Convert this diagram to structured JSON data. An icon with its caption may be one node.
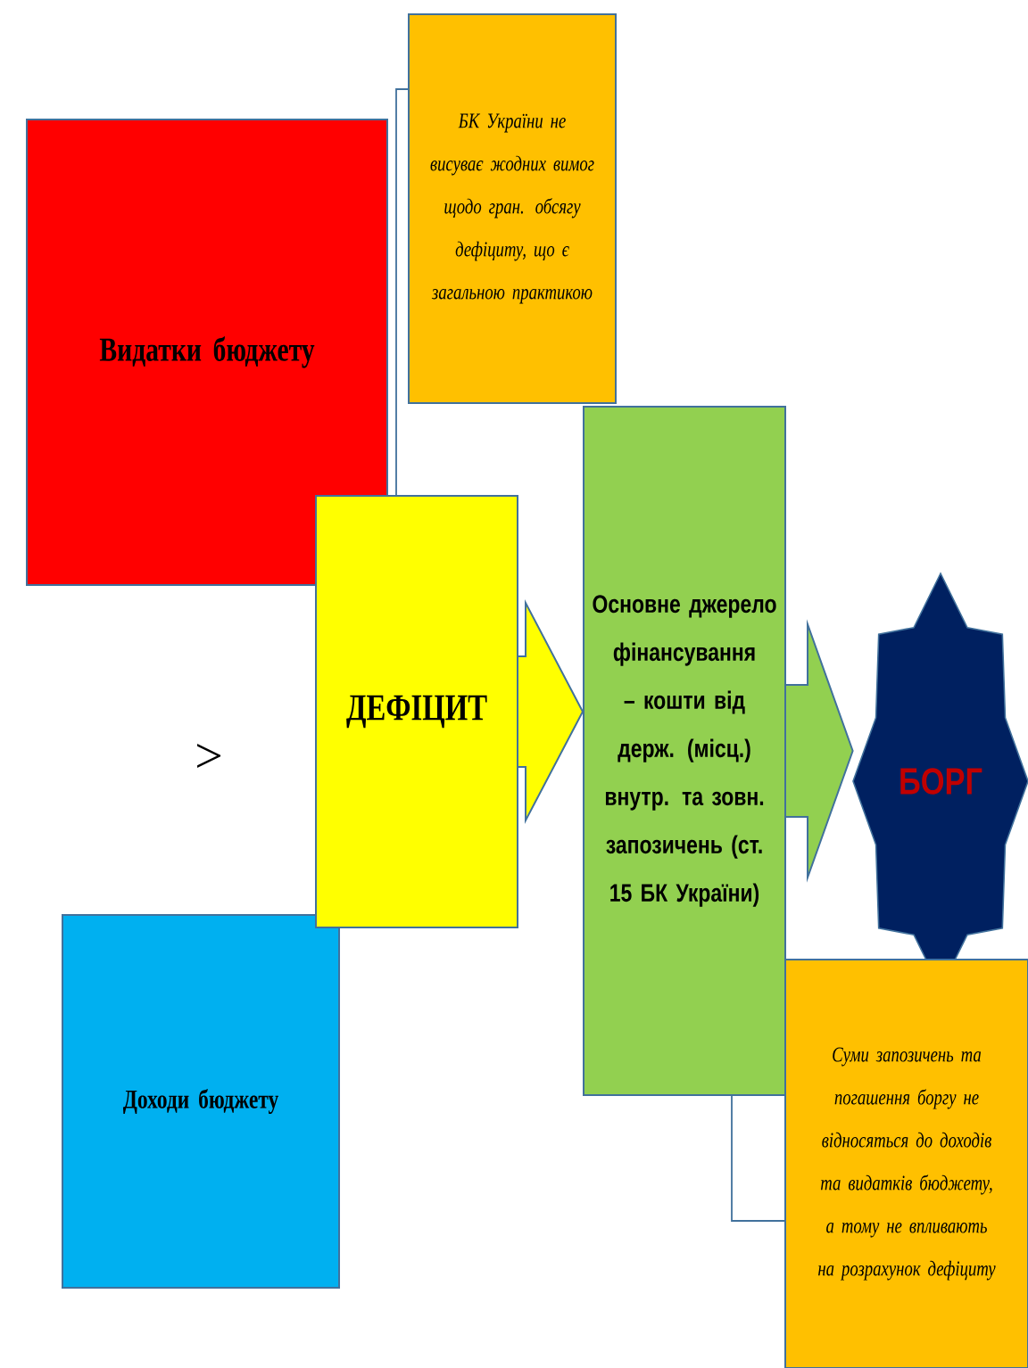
{
  "diagram": {
    "nodes": [
      {
        "text": [
          "Видатки бюджету"
        ]
      },
      {
        "text": [
          "Доходи бюджету"
        ]
      },
      {
        "text": [
          "БК України не висуває жодних вимог щодо гран. обсягу дефіциту, що є загальною практикою"
        ]
      },
      {
        "text": [
          "ДЕФІЦИТ"
        ]
      },
      {
        "text": [
          "Основне джерело фінансування – кошти від держ. (місц.) внутр. та зовн. запозичень (ст. 15 БК України)"
        ]
      },
      {
        "text": [
          "БОРГ"
        ]
      },
      {
        "text": [
          "Суми запозичень та погашення боргу не відносяться до доходів та видатків бюджету, а тому не впливають на розрахунок дефіциту"
        ]
      }
    ],
    "edges": [
      {
        "from": 3,
        "to": 4,
        "arrow": "to"
      },
      {
        "from": 4,
        "to": 5,
        "arrow": "to"
      },
      {
        "from": 2,
        "to": 3,
        "arrow": "none"
      },
      {
        "from": 6,
        "to": 4,
        "arrow": "none"
      }
    ],
    "labels": [
      ">"
    ]
  }
}
